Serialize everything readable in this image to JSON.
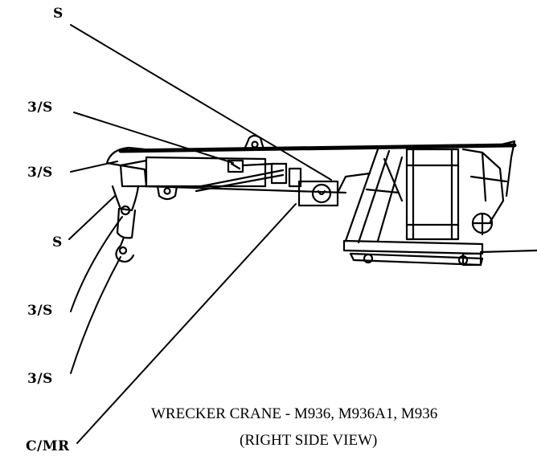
{
  "callouts": {
    "top_s": "S",
    "upper_3s": "3/S",
    "mid_3s": "3/S",
    "mid_s": "S",
    "lower_3s_a": "3/S",
    "lower_3s_b": "3/S",
    "c_mr": "C/MR"
  },
  "caption": {
    "line1": "WRECKER CRANE - M936, M936A1, M936",
    "line2": "(RIGHT SIDE VIEW)"
  }
}
